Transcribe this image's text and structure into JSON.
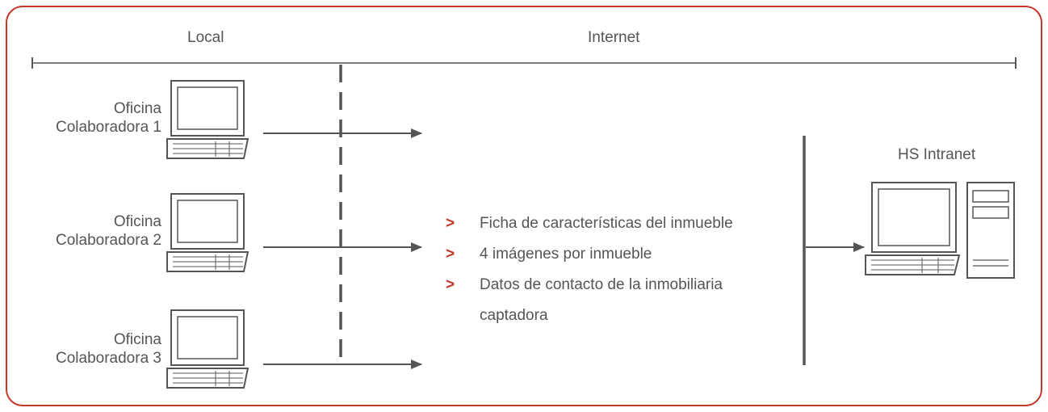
{
  "colors": {
    "frame": "#c0392b",
    "bullet": "#c0392b",
    "text": "#555555",
    "line": "#555555"
  },
  "zones": {
    "local": "Local",
    "internet": "Internet"
  },
  "offices": [
    {
      "line1": "Oficina",
      "line2": "Colaboradora 1",
      "icon": "laptop-icon"
    },
    {
      "line1": "Oficina",
      "line2": "Colaboradora 2",
      "icon": "laptop-icon"
    },
    {
      "line1": "Oficina",
      "line2": "Colaboradora 3",
      "icon": "laptop-icon"
    }
  ],
  "target": {
    "label": "HS Intranet",
    "icon": "desktop-computer-icon"
  },
  "bullets": {
    "marker": ">",
    "items": [
      "Ficha de características del inmueble",
      "4 imágenes por inmueble",
      "Datos de contacto de la inmobiliaria captadora"
    ]
  }
}
